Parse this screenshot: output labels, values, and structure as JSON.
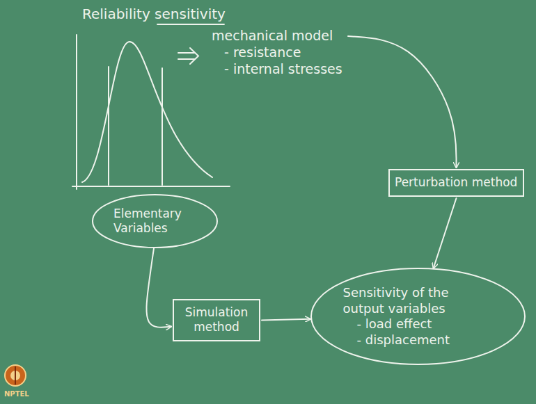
{
  "diagram": {
    "nodes": [
      {
        "text": [
          "mechanical model",
          "- resistance",
          "- internal stresses"
        ]
      },
      {
        "text": [
          "Perturbation method"
        ]
      },
      {
        "text": [
          "Elementary Variables"
        ]
      },
      {
        "text": [
          "Simulation method"
        ]
      },
      {
        "text": [
          "Sensitivity of the output variables",
          "- load effect",
          "- displacement"
        ]
      }
    ],
    "edges": [
      {
        "from": 0,
        "to": 1,
        "arrow": "to"
      },
      {
        "from": 1,
        "to": 4,
        "arrow": "to"
      },
      {
        "from": 2,
        "to": 3,
        "arrow": "to"
      },
      {
        "from": 3,
        "to": 4,
        "arrow": "to"
      }
    ],
    "labels": [
      "Reliability sensitivity",
      "NPTEL"
    ]
  }
}
